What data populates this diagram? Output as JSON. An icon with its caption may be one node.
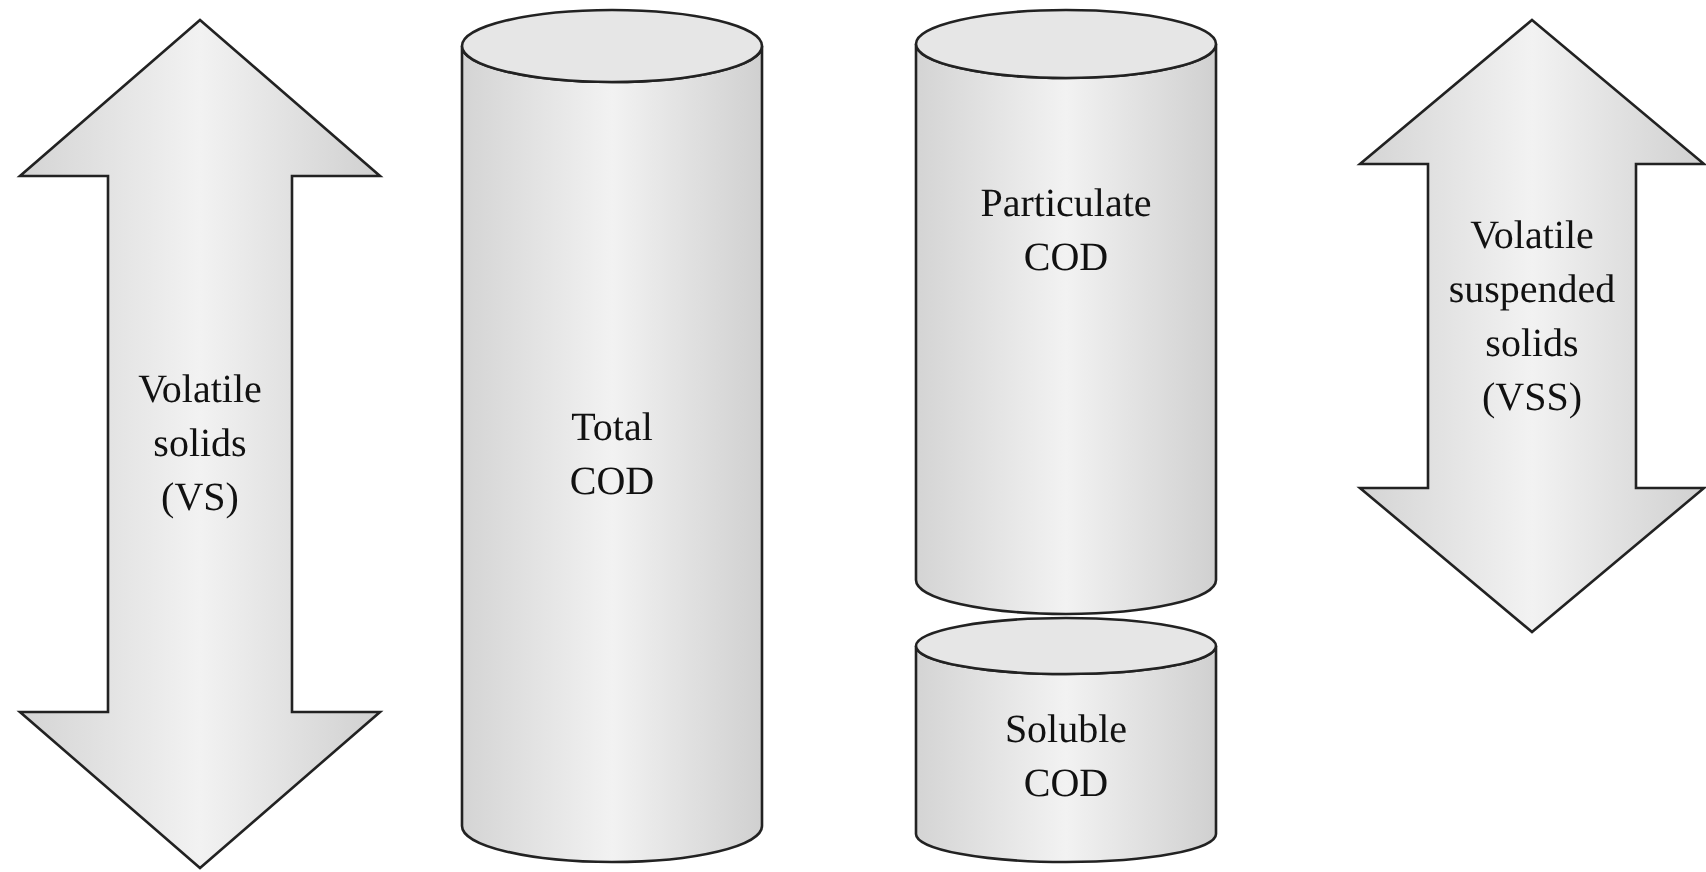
{
  "diagram": {
    "nodes": [
      {
        "text": [
          "Volatile solids (VS)"
        ]
      },
      {
        "text": [
          "Total COD"
        ]
      },
      {
        "text": [
          "Particulate COD"
        ]
      },
      {
        "text": [
          "Soluble COD"
        ]
      },
      {
        "text": [
          "Volatile suspended solids (VSS)"
        ]
      }
    ]
  }
}
